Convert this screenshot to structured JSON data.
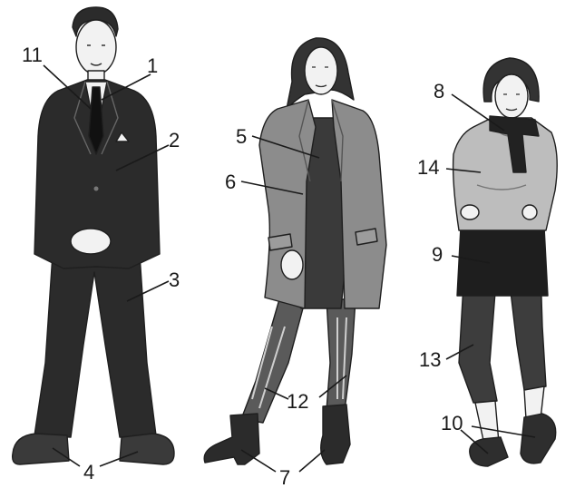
{
  "labels": {
    "l1": "1",
    "l2": "2",
    "l3": "3",
    "l4": "4",
    "l5": "5",
    "l6": "6",
    "l7": "7",
    "l8": "8",
    "l9": "9",
    "l10": "10",
    "l11": "11",
    "l12": "12",
    "l13": "13",
    "l14": "14"
  },
  "colors": {
    "suit": "#2b2b2b",
    "coat": "#8c8c8c",
    "dress": "#3a3a3a",
    "hair": "#333333",
    "hoodie": "#bdbdbd",
    "skirt": "#1e1e1e",
    "leggings": "#3d3d3d",
    "skin": "#f2f2f2"
  }
}
